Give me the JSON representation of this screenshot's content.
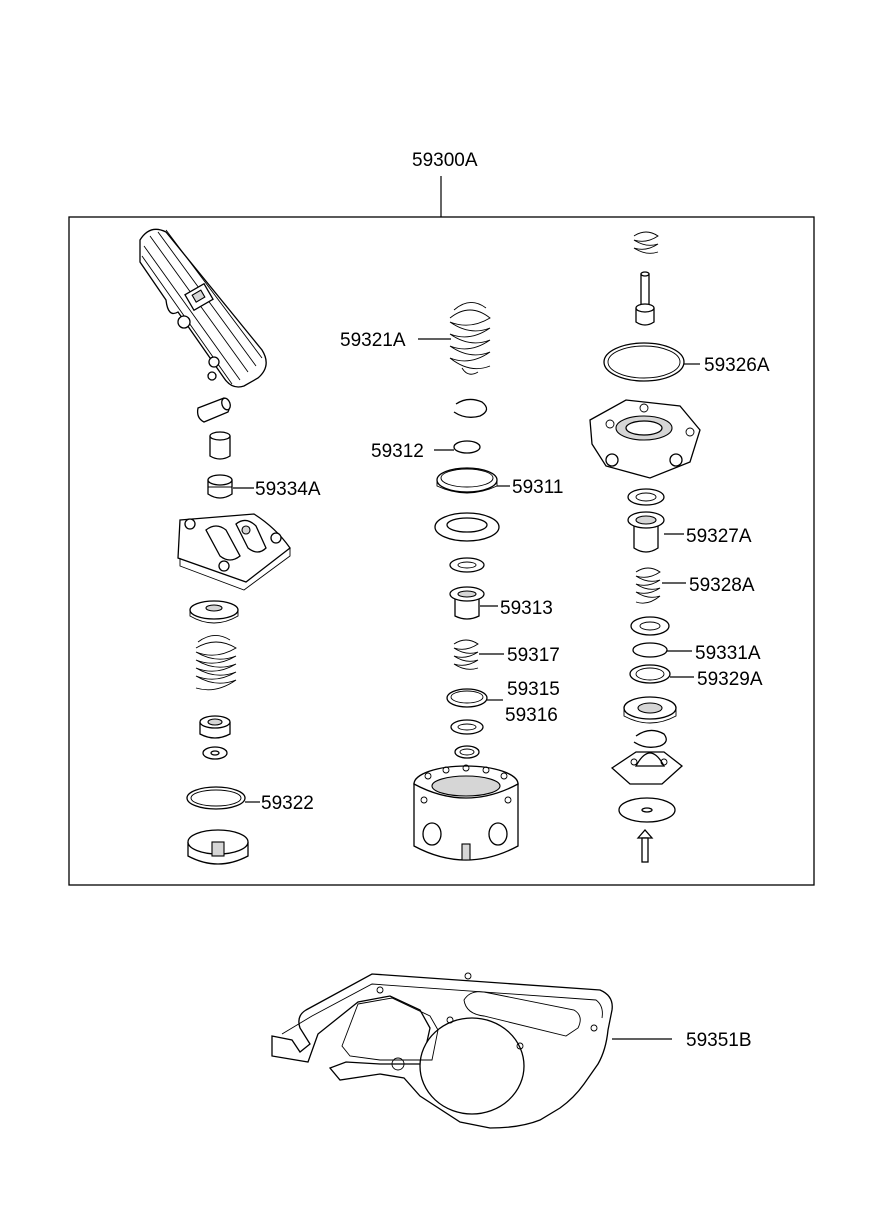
{
  "assembly_label": "59300A",
  "parts": [
    {
      "id": "59321A"
    },
    {
      "id": "59326A"
    },
    {
      "id": "59312"
    },
    {
      "id": "59311"
    },
    {
      "id": "59334A"
    },
    {
      "id": "59327A"
    },
    {
      "id": "59328A"
    },
    {
      "id": "59313"
    },
    {
      "id": "59317"
    },
    {
      "id": "59331A"
    },
    {
      "id": "59329A"
    },
    {
      "id": "59315"
    },
    {
      "id": "59316"
    },
    {
      "id": "59322"
    }
  ],
  "gasket_label": "59351B"
}
